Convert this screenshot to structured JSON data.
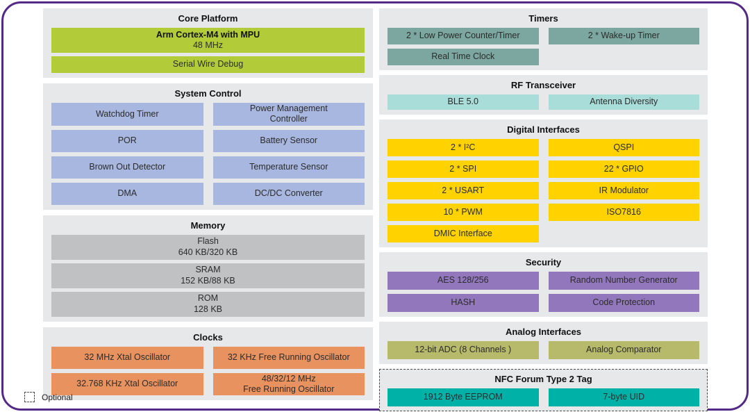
{
  "diagram": {
    "legend": {
      "optional_label": "Optional"
    },
    "colors": {
      "frame_border": "#532a85",
      "section_bg": "#e7e8ea",
      "core_green": "#b2cb38",
      "system_blue": "#a8b7df",
      "memory_gray": "#c0c1c3",
      "clocks_orange": "#e8925f",
      "timers_teal": "#7ba7a0",
      "rf_cyan": "#a8ddd9",
      "digital_yellow": "#ffd200",
      "security_purple": "#9377bc",
      "analog_olive": "#b6ba6a",
      "nfc_teal": "#00b1a8"
    },
    "sections": {
      "core_platform": {
        "title": "Core Platform",
        "cpu_line1": "Arm Cortex-M4 with MPU",
        "cpu_line2": "48 MHz",
        "swd": "Serial Wire Debug"
      },
      "system_control": {
        "title": "System Control",
        "items": [
          "Watchdog Timer",
          "Power Management\nController",
          "POR",
          "Battery Sensor",
          "Brown Out Detector",
          "Temperature Sensor",
          "DMA",
          "DC/DC Converter"
        ]
      },
      "memory": {
        "title": "Memory",
        "items": [
          {
            "name": "Flash",
            "size": "640 KB/320 KB"
          },
          {
            "name": "SRAM",
            "size": "152 KB/88 KB"
          },
          {
            "name": "ROM",
            "size": "128 KB"
          }
        ]
      },
      "clocks": {
        "title": "Clocks",
        "items": [
          "32 MHz Xtal Oscillator",
          "32 KHz Free Running Oscillator",
          "32.768 KHz Xtal Oscillator",
          "48/32/12 MHz\nFree Running Oscillator"
        ]
      },
      "timers": {
        "title": "Timers",
        "items": [
          "2 * Low Power Counter/Timer",
          "2 * Wake-up Timer",
          "Real Time Clock"
        ]
      },
      "rf_transceiver": {
        "title": "RF Transceiver",
        "items": [
          "BLE 5.0",
          "Antenna Diversity"
        ]
      },
      "digital_interfaces": {
        "title": "Digital Interfaces",
        "items": [
          "2  * I²C",
          "QSPI",
          "2 * SPI",
          "22 * GPIO",
          "2 * USART",
          "IR Modulator",
          "10 * PWM",
          "ISO7816",
          "DMIC Interface"
        ]
      },
      "security": {
        "title": "Security",
        "items": [
          "AES 128/256",
          "Random Number Generator",
          "HASH",
          "Code Protection"
        ]
      },
      "analog_interfaces": {
        "title": "Analog Interfaces",
        "items": [
          "12-bit ADC (8 Channels )",
          "Analog Comparator"
        ]
      },
      "nfc_tag": {
        "title": "NFC Forum Type 2 Tag",
        "items": [
          "1912 Byte EEPROM",
          "7-byte UID"
        ]
      }
    }
  }
}
